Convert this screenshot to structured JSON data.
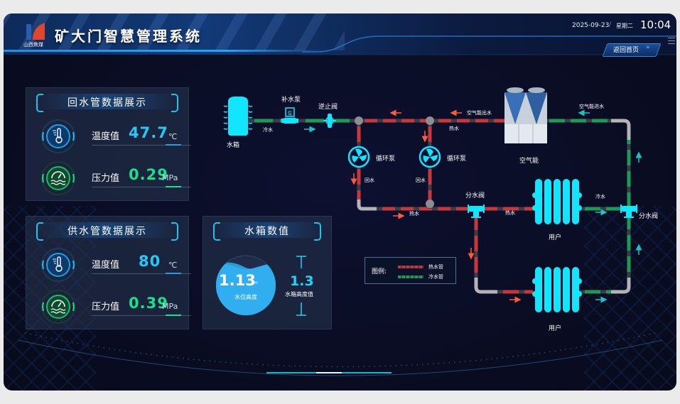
{
  "header": {
    "logo_text": "山西焦煤",
    "title": "矿大门智慧管理系统",
    "date": "2025-09-23",
    "separator": "/",
    "weekday": "星期二",
    "time": "10:04",
    "home_button": "返回首页",
    "home_chevron": "»"
  },
  "return_panel": {
    "title": "回水管数据展示",
    "temperature": {
      "label": "温度值",
      "value": "47.7",
      "unit": "℃"
    },
    "pressure": {
      "label": "压力值",
      "value": "0.29",
      "unit": "MPa"
    }
  },
  "supply_panel": {
    "title": "供水管数据展示",
    "temperature": {
      "label": "温度值",
      "value": "80",
      "unit": "℃"
    },
    "pressure": {
      "label": "压力值",
      "value": "0.39",
      "unit": "MPa"
    }
  },
  "tank_panel": {
    "title": "水箱数值",
    "water_level": "1.13",
    "water_level_unit": "m",
    "water_level_label": "水位高度",
    "water_level_fraction": 0.87,
    "tank_height": "1.3",
    "tank_height_label": "水箱高度值"
  },
  "diagram": {
    "water_tank": "水箱",
    "makeup_pump": "补水泵",
    "pump_glyph": "泵",
    "check_valve": "逆止阀",
    "cold_water": "冷水",
    "hot_water": "热水",
    "return_water": "回水",
    "circ_pump": "循环泵",
    "air_energy_out": "空气能出水",
    "air_energy_in": "空气能进水",
    "air_energy": "空气能",
    "divider_valve": "分水阀",
    "user": "用户"
  },
  "legend": {
    "title": "图例:",
    "items": [
      {
        "label": "热水管",
        "color": "#c8383a"
      },
      {
        "label": "冷水管",
        "color": "#1e9a55"
      }
    ]
  },
  "colors": {
    "accent_cyan": "#19c6f0",
    "hot_pipe": "#c8383a",
    "cold_pipe": "#1e9a55",
    "temp_value": "#27c8f5",
    "pressure_value": "#19e08a"
  }
}
